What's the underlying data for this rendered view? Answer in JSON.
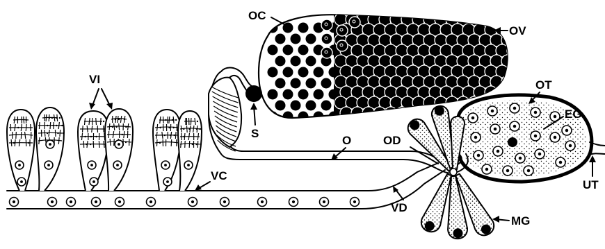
{
  "diagram": {
    "labels": {
      "oc": "OC",
      "ov": "OV",
      "vi": "VI",
      "s": "S",
      "ot": "OT",
      "eg": "EG",
      "o": "O",
      "od": "OD",
      "vc": "VC",
      "vd": "VD",
      "ut": "UT",
      "mg": "MG"
    }
  }
}
